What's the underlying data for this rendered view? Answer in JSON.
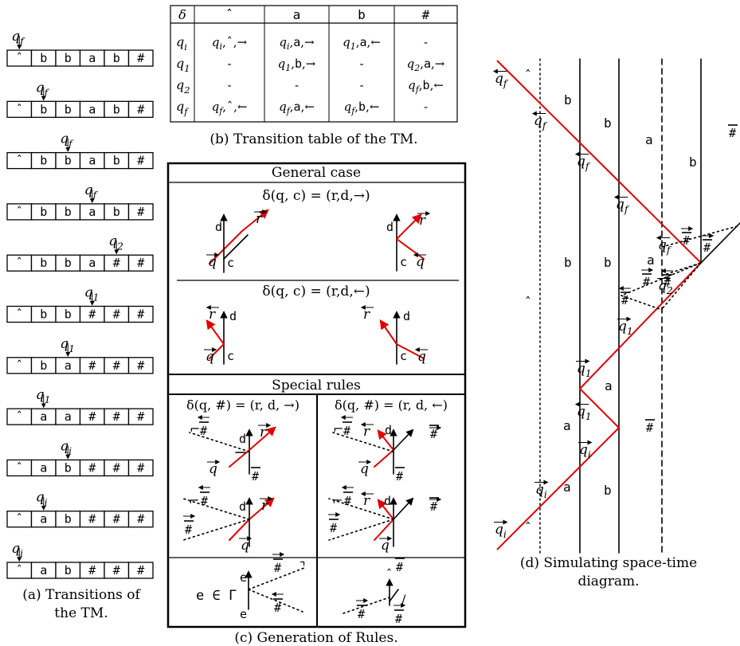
{
  "panel_a": {
    "caption_line1": "(a) Transitions of",
    "caption_line2": "the TM.",
    "tapes": [
      {
        "state": "q_f",
        "head": 0,
        "cells": [
          "ˆ",
          "b",
          "b",
          "a",
          "b",
          "#"
        ]
      },
      {
        "state": "q_f",
        "head": 1,
        "cells": [
          "ˆ",
          "b",
          "b",
          "a",
          "b",
          "#"
        ]
      },
      {
        "state": "q_f",
        "head": 2,
        "cells": [
          "ˆ",
          "b",
          "b",
          "a",
          "b",
          "#"
        ]
      },
      {
        "state": "q_f",
        "head": 3,
        "cells": [
          "ˆ",
          "b",
          "b",
          "a",
          "b",
          "#"
        ]
      },
      {
        "state": "q_2",
        "head": 4,
        "cells": [
          "ˆ",
          "b",
          "b",
          "a",
          "#",
          "#"
        ]
      },
      {
        "state": "q_1",
        "head": 3,
        "cells": [
          "ˆ",
          "b",
          "b",
          "#",
          "#",
          "#"
        ]
      },
      {
        "state": "q_1",
        "head": 2,
        "cells": [
          "ˆ",
          "b",
          "a",
          "#",
          "#",
          "#"
        ]
      },
      {
        "state": "q_1",
        "head": 1,
        "cells": [
          "ˆ",
          "a",
          "a",
          "#",
          "#",
          "#"
        ]
      },
      {
        "state": "q_i",
        "head": 2,
        "cells": [
          "ˆ",
          "a",
          "b",
          "#",
          "#",
          "#"
        ]
      },
      {
        "state": "q_i",
        "head": 1,
        "cells": [
          "ˆ",
          "a",
          "b",
          "#",
          "#",
          "#"
        ]
      },
      {
        "state": "q_i",
        "head": 0,
        "cells": [
          "ˆ",
          "a",
          "b",
          "#",
          "#",
          "#"
        ]
      }
    ]
  },
  "panel_b": {
    "caption": "(b) Transition table of the TM.",
    "header": [
      "δ",
      "ˆ",
      "a",
      "b",
      "#"
    ],
    "rows": [
      [
        "q_i",
        "q_i,ˆ,→",
        "q_i,a,→",
        "q_1,a,←",
        "-"
      ],
      [
        "q_1",
        "-",
        "q_1,b,→",
        "-",
        "q_2,a,→"
      ],
      [
        "q_2",
        "-",
        "-",
        "-",
        "q_f,b,←"
      ],
      [
        "q_f",
        "q_f,ˆ,←",
        "q_f,a,←",
        "q_f,b,←",
        "-"
      ]
    ]
  },
  "panel_c": {
    "caption": "(c) Generation of Rules.",
    "general_case": "General case",
    "rule_right": "δ(q, c) = (r,d,→)",
    "rule_left": "δ(q, c) = (r,d,←)",
    "special_rules": "Special rules",
    "rule_hash_right": "δ(q, #) = (r, d, →)",
    "rule_hash_left": "δ(q, #) = (r, d, ←)",
    "e_in_gamma": "e ∈ Γ",
    "sym_c": "c",
    "sym_d": "d",
    "sym_e": "e",
    "sym_q": "q",
    "sym_r": "r",
    "sym_hash": "#",
    "sym_hat": "ˆ"
  },
  "panel_d": {
    "caption_line1": "(d) Simulating space-time",
    "caption_line2": "diagram.",
    "labels": {
      "qf": "q_f",
      "q1": "q_1",
      "q2": "q_2",
      "qi": "q_i",
      "a": "a",
      "b": "b",
      "hash": "#",
      "hat": "ˆ"
    }
  },
  "colors": {
    "signal": "#e00000",
    "ink": "#000000"
  }
}
